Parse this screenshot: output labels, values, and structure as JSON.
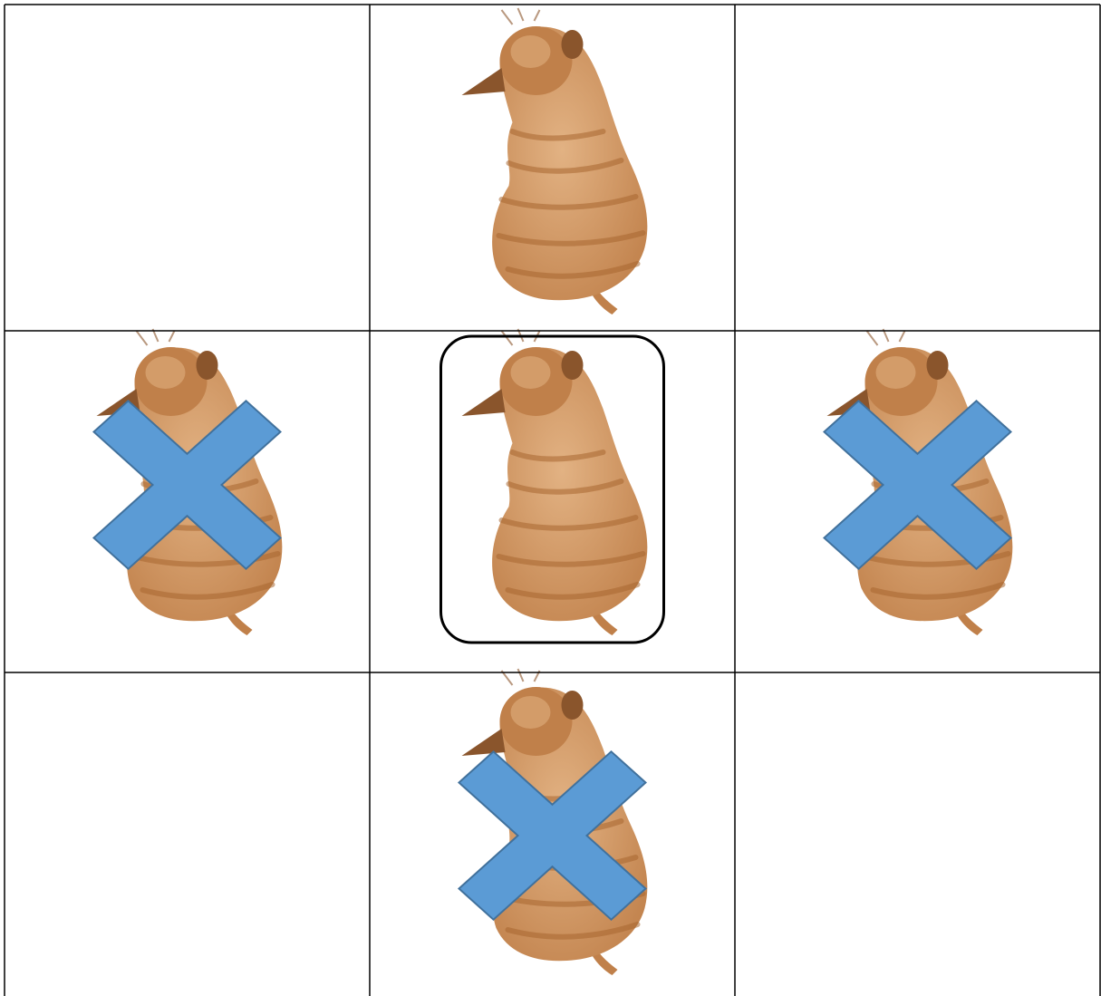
{
  "grid": {
    "rows": 3,
    "cols": 3,
    "line_color": "#000000",
    "background": "#ffffff"
  },
  "cells": [
    {
      "row": 0,
      "col": 0,
      "cat": false,
      "crossed": false,
      "selected": false
    },
    {
      "row": 0,
      "col": 1,
      "cat": true,
      "crossed": false,
      "selected": false
    },
    {
      "row": 0,
      "col": 2,
      "cat": false,
      "crossed": false,
      "selected": false
    },
    {
      "row": 1,
      "col": 0,
      "cat": true,
      "crossed": true,
      "selected": false
    },
    {
      "row": 1,
      "col": 1,
      "cat": true,
      "crossed": false,
      "selected": true
    },
    {
      "row": 1,
      "col": 2,
      "cat": true,
      "crossed": true,
      "selected": false
    },
    {
      "row": 2,
      "col": 0,
      "cat": false,
      "crossed": false,
      "selected": false
    },
    {
      "row": 2,
      "col": 1,
      "cat": true,
      "crossed": true,
      "selected": false
    },
    {
      "row": 2,
      "col": 2,
      "cat": false,
      "crossed": false,
      "selected": false
    }
  ],
  "icons": {
    "cat": "cat-top-view-icon",
    "cross": "cross-mark-icon",
    "selection": "selection-frame"
  },
  "colors": {
    "cat_body": "#c0804a",
    "cat_stripe": "#a8662f",
    "cat_highlight": "#e2b283",
    "cat_shadow": "#8a552c",
    "cross_fill": "#5b9bd5",
    "cross_stroke": "#41719c",
    "selection_stroke": "#000000"
  }
}
